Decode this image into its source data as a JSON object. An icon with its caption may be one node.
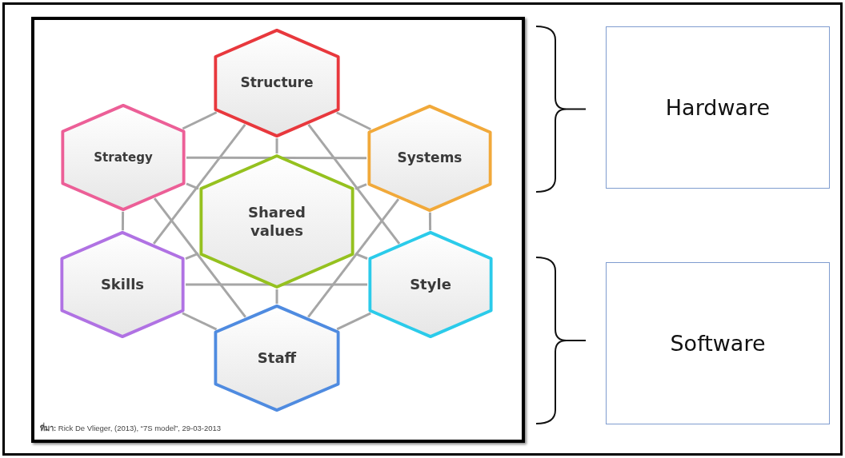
{
  "diagram": {
    "nodes": [
      {
        "text": [
          "Structure"
        ]
      },
      {
        "text": [
          "Strategy"
        ]
      },
      {
        "text": [
          "Systems"
        ]
      },
      {
        "text": [
          "Shared values"
        ]
      },
      {
        "text": [
          "Skills"
        ]
      },
      {
        "text": [
          "Style"
        ]
      },
      {
        "text": [
          "Staff"
        ]
      },
      {
        "text": [
          "Hardware"
        ]
      },
      {
        "text": [
          "Software"
        ]
      }
    ],
    "edges": [
      {
        "from": 0,
        "to": 1,
        "arrow": "none"
      },
      {
        "from": 0,
        "to": 2,
        "arrow": "none"
      },
      {
        "from": 0,
        "to": 3,
        "arrow": "none"
      },
      {
        "from": 0,
        "to": 4,
        "arrow": "none"
      },
      {
        "from": 0,
        "to": 5,
        "arrow": "none"
      },
      {
        "from": 1,
        "to": 2,
        "arrow": "none"
      },
      {
        "from": 1,
        "to": 3,
        "arrow": "none"
      },
      {
        "from": 1,
        "to": 4,
        "arrow": "none"
      },
      {
        "from": 1,
        "to": 6,
        "arrow": "none"
      },
      {
        "from": 2,
        "to": 3,
        "arrow": "none"
      },
      {
        "from": 2,
        "to": 5,
        "arrow": "none"
      },
      {
        "from": 2,
        "to": 6,
        "arrow": "none"
      },
      {
        "from": 3,
        "to": 4,
        "arrow": "none"
      },
      {
        "from": 3,
        "to": 5,
        "arrow": "none"
      },
      {
        "from": 3,
        "to": 6,
        "arrow": "none"
      },
      {
        "from": 4,
        "to": 5,
        "arrow": "none"
      },
      {
        "from": 4,
        "to": 6,
        "arrow": "none"
      },
      {
        "from": 5,
        "to": 6,
        "arrow": "none"
      }
    ],
    "labels": [
      "**ที่มา:** Rick De Vlieger, (2013), “7S model”, 29-03-2013"
    ]
  }
}
